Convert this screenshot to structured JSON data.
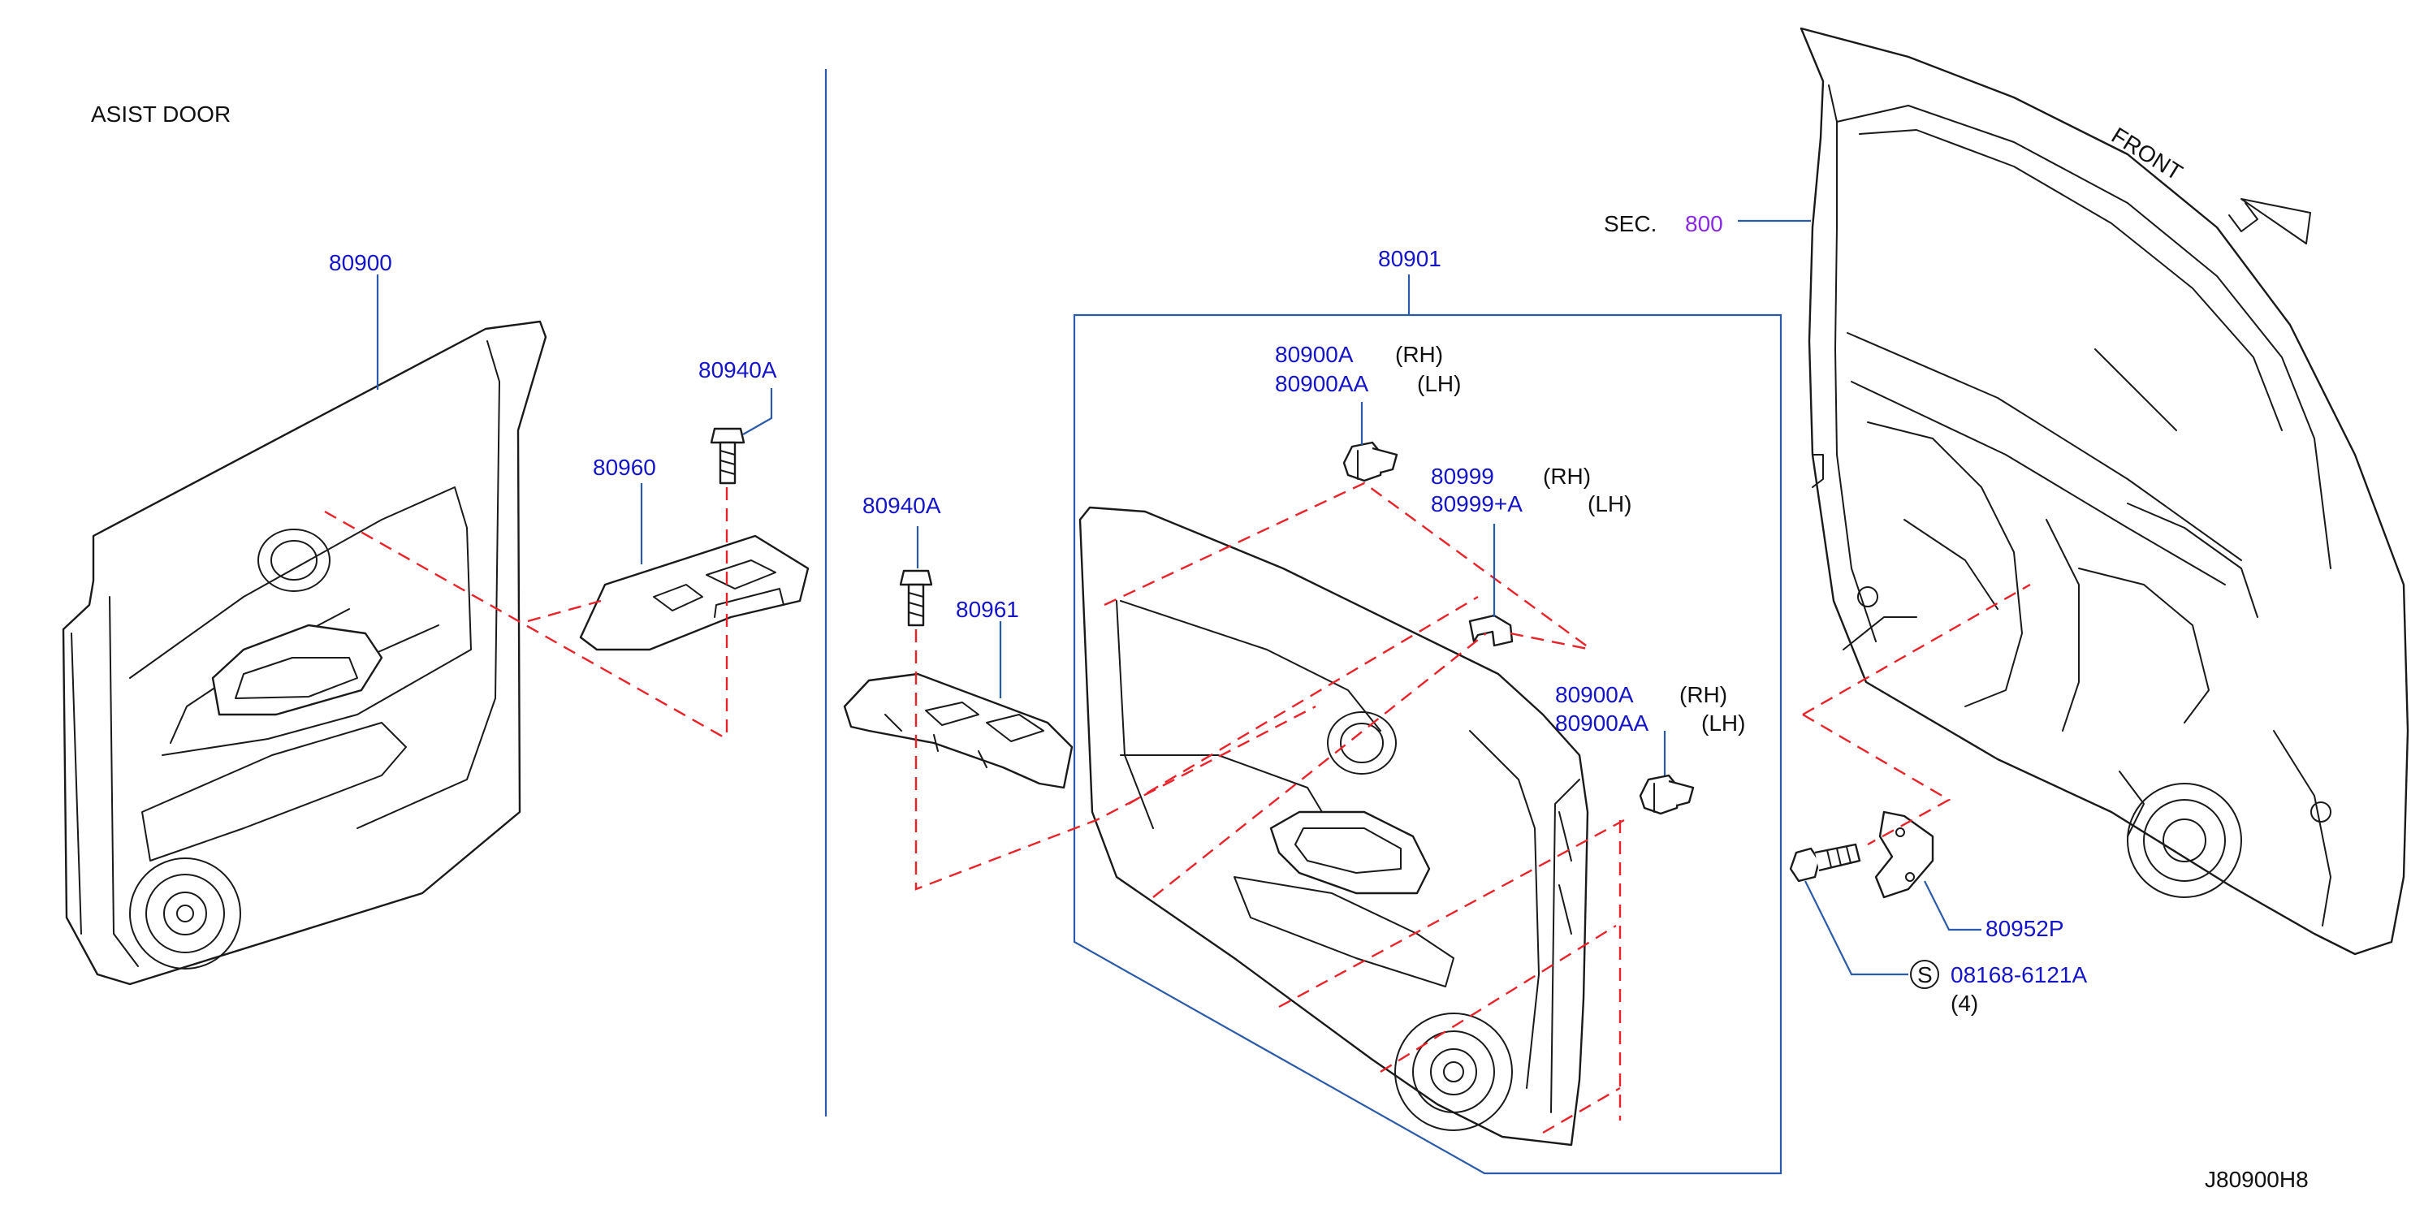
{
  "section_title": "ASIST   DOOR",
  "diagram_code": "J80900H8",
  "front_label": "FRONT",
  "sec_ref": {
    "prefix": "SEC.",
    "number": "800"
  },
  "colors": {
    "part_number": "#1515c8",
    "leader": "#2b5aa8",
    "dashed_guide": "#e8232a",
    "section_ref": "#8a2be2",
    "outline": "#1a1a1a"
  },
  "callouts": {
    "p80900": "80900",
    "p80960": "80960",
    "p80940A_left": "80940A",
    "p80940A_mid": "80940A",
    "p80961": "80961",
    "p80901": "80901",
    "clip_top": {
      "rh_part": "80900A",
      "rh": "(RH)",
      "lh_part": "80900AA",
      "lh": "(LH)"
    },
    "clip_right": {
      "rh_part": "80900A",
      "rh": "(RH)",
      "lh_part": "80900AA",
      "lh": "(LH)"
    },
    "bracket": {
      "rh_part": "80999",
      "rh": "(RH)",
      "lh_part": "80999+A",
      "lh": "(LH)"
    },
    "p80952P": "80952P",
    "bolt": {
      "symbol": "S",
      "part": "08168-6121A",
      "qty": "(4)"
    }
  }
}
